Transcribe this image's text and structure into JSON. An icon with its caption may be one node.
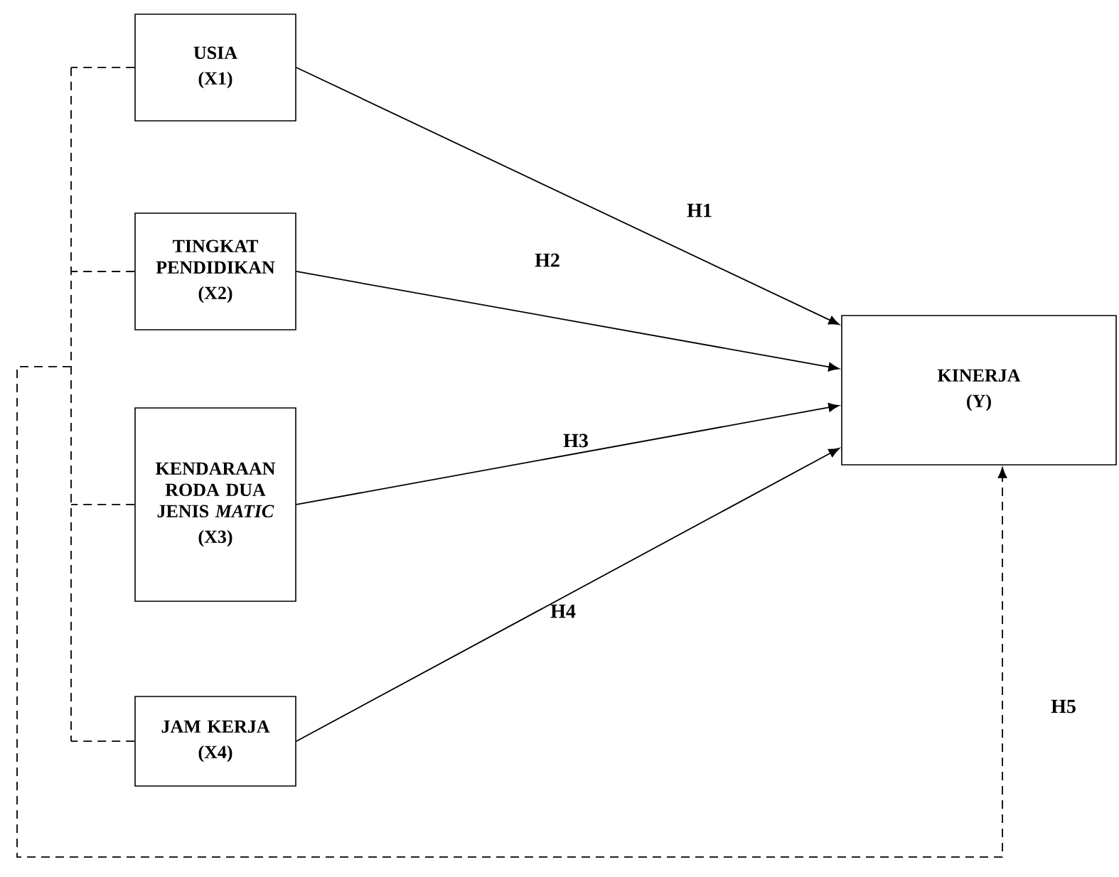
{
  "diagram": {
    "nodes": [
      {
        "text": [
          "USIA",
          "(X1)"
        ]
      },
      {
        "text": [
          "TINGKAT PENDIDIKAN",
          "(X2)"
        ]
      },
      {
        "text": [
          "KENDARAAN RODA DUA JENIS *MATIC*",
          "(X3)"
        ]
      },
      {
        "text": [
          "JAM KERJA",
          "(X4)"
        ]
      },
      {
        "text": [
          "KINERJA",
          "(Y)"
        ]
      }
    ],
    "edges": [
      {
        "from": 0,
        "to": 4,
        "arrow": "to",
        "label": "H1"
      },
      {
        "from": 1,
        "to": 4,
        "arrow": "to",
        "label": "H2"
      },
      {
        "from": 2,
        "to": 4,
        "arrow": "to",
        "label": "H3"
      },
      {
        "from": 3,
        "to": 4,
        "arrow": "to",
        "label": "H4"
      },
      {
        "from": 0,
        "to": 4,
        "arrow": "to",
        "style": "dashed",
        "label": "H5"
      },
      {
        "from": 1,
        "to": 4,
        "arrow": "to",
        "style": "dashed"
      },
      {
        "from": 2,
        "to": 4,
        "arrow": "to",
        "style": "dashed"
      },
      {
        "from": 3,
        "to": 4,
        "arrow": "to",
        "style": "dashed"
      }
    ]
  }
}
